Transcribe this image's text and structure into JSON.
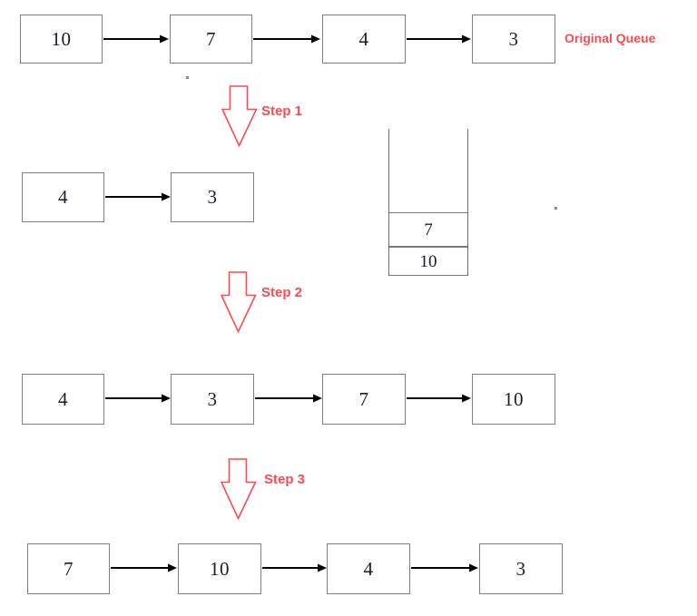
{
  "diagram": {
    "title_caption": "Original Queue",
    "colors": {
      "accent_red": "#fb4a51",
      "box_border": "#808080",
      "arrow_black": "#000000",
      "text_dark": "#1a1a2e"
    },
    "rows": [
      {
        "name": "original-queue",
        "caption": "Original Queue",
        "nodes": [
          "10",
          "7",
          "4",
          "3"
        ]
      },
      {
        "name": "after-step-1",
        "caption": "",
        "nodes": [
          "4",
          "3"
        ]
      },
      {
        "name": "after-step-2",
        "caption": "",
        "nodes": [
          "4",
          "3",
          "7",
          "10"
        ]
      },
      {
        "name": "after-step-3",
        "caption": "",
        "nodes": [
          "7",
          "10",
          "4",
          "3"
        ]
      }
    ],
    "steps": [
      {
        "label": "Step 1"
      },
      {
        "label": "Step 2"
      },
      {
        "label": "Step 3"
      }
    ],
    "stack": {
      "name": "auxiliary-stack",
      "cells": [
        "7",
        "10"
      ]
    }
  }
}
